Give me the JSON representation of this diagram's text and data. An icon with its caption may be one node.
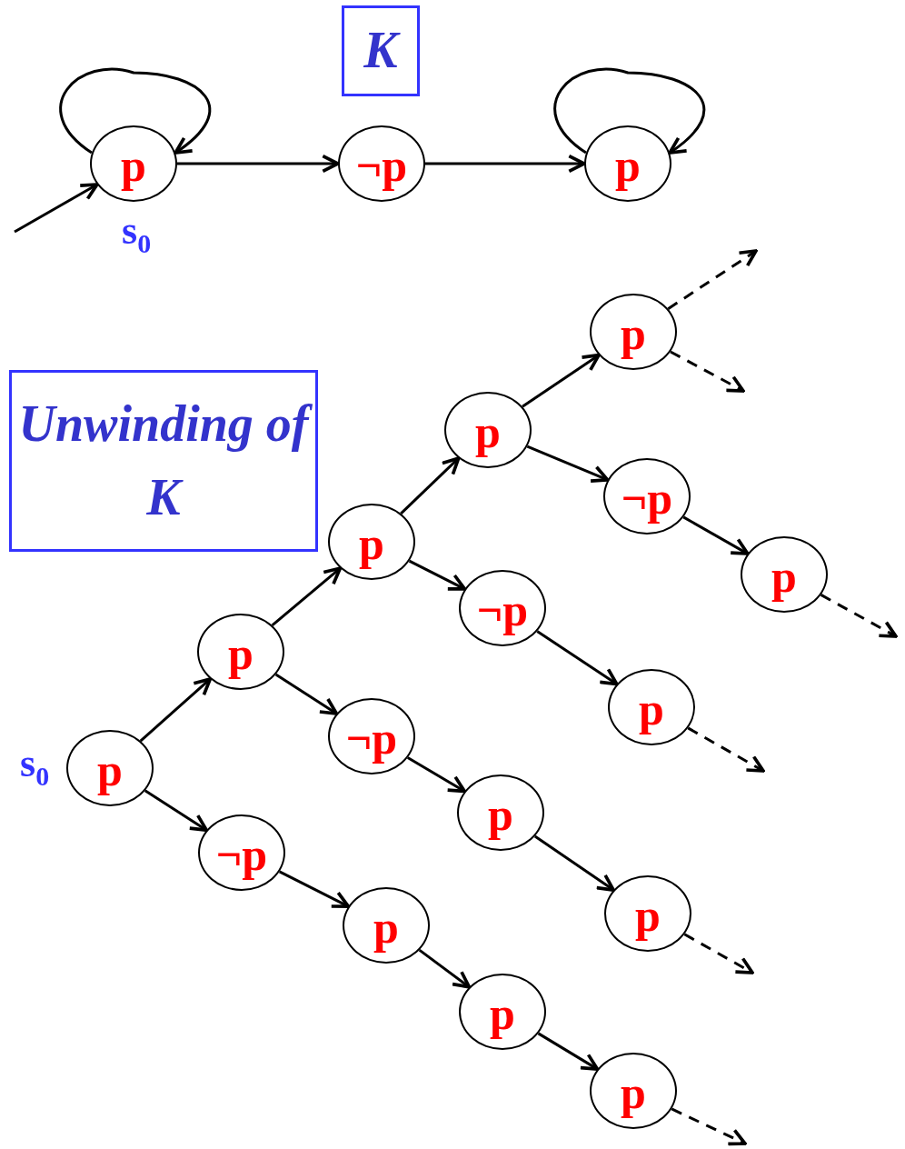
{
  "diagram": {
    "nodes": [
      {
        "text": [
          "K"
        ]
      },
      {
        "text": [
          "p"
        ],
        "beside": [
          "s$_{0}$"
        ]
      },
      {
        "text": [
          "¬p"
        ]
      },
      {
        "text": [
          "p"
        ]
      },
      {
        "text": [
          "Unwinding of K"
        ]
      },
      {
        "text": [
          "p"
        ]
      },
      {
        "text": [
          "p"
        ]
      },
      {
        "text": [
          "¬p"
        ]
      },
      {
        "text": [
          "p"
        ]
      },
      {
        "text": [
          "p"
        ]
      },
      {
        "text": [
          "¬p"
        ]
      },
      {
        "text": [
          "p"
        ]
      },
      {
        "text": [
          "p"
        ]
      },
      {
        "text": [
          "¬p"
        ]
      },
      {
        "text": [
          "p"
        ],
        "beside": [
          "s$_{0}$"
        ]
      },
      {
        "text": [
          "p"
        ]
      },
      {
        "text": [
          "¬p"
        ]
      },
      {
        "text": [
          "p"
        ]
      },
      {
        "text": [
          "p"
        ]
      },
      {
        "text": [
          "p"
        ]
      },
      {
        "text": [
          "p"
        ]
      }
    ],
    "edges": [
      {
        "from": 1,
        "to": 1,
        "arrow": "to"
      },
      {
        "from": 1,
        "to": 2,
        "arrow": "to"
      },
      {
        "from": 2,
        "to": 3,
        "arrow": "to"
      },
      {
        "from": 3,
        "to": 3,
        "arrow": "to"
      },
      {
        "from": null,
        "to": 1,
        "arrow": "to"
      },
      {
        "from": 14,
        "to": 11,
        "arrow": "to"
      },
      {
        "from": 14,
        "to": 16,
        "arrow": "to"
      },
      {
        "from": 11,
        "to": 8,
        "arrow": "to"
      },
      {
        "from": 11,
        "to": 13,
        "arrow": "to"
      },
      {
        "from": 8,
        "to": 6,
        "arrow": "to"
      },
      {
        "from": 8,
        "to": 10,
        "arrow": "to"
      },
      {
        "from": 6,
        "to": 5,
        "arrow": "to"
      },
      {
        "from": 6,
        "to": 7,
        "arrow": "to"
      },
      {
        "from": 7,
        "to": 9,
        "arrow": "to"
      },
      {
        "from": 10,
        "to": 12,
        "arrow": "to"
      },
      {
        "from": 13,
        "to": 15,
        "arrow": "to"
      },
      {
        "from": 15,
        "to": 17,
        "arrow": "to"
      },
      {
        "from": 16,
        "to": 18,
        "arrow": "to"
      },
      {
        "from": 18,
        "to": 19,
        "arrow": "to"
      },
      {
        "from": 19,
        "to": 20,
        "arrow": "to"
      },
      {
        "from": 5,
        "to": null,
        "arrow": "to",
        "style": "dashed"
      },
      {
        "from": 5,
        "to": null,
        "arrow": "to",
        "style": "dashed"
      },
      {
        "from": 9,
        "to": null,
        "arrow": "to",
        "style": "dashed"
      },
      {
        "from": 12,
        "to": null,
        "arrow": "to",
        "style": "dashed"
      },
      {
        "from": 17,
        "to": null,
        "arrow": "to",
        "style": "dashed"
      },
      {
        "from": 20,
        "to": null,
        "arrow": "to",
        "style": "dashed"
      }
    ]
  }
}
